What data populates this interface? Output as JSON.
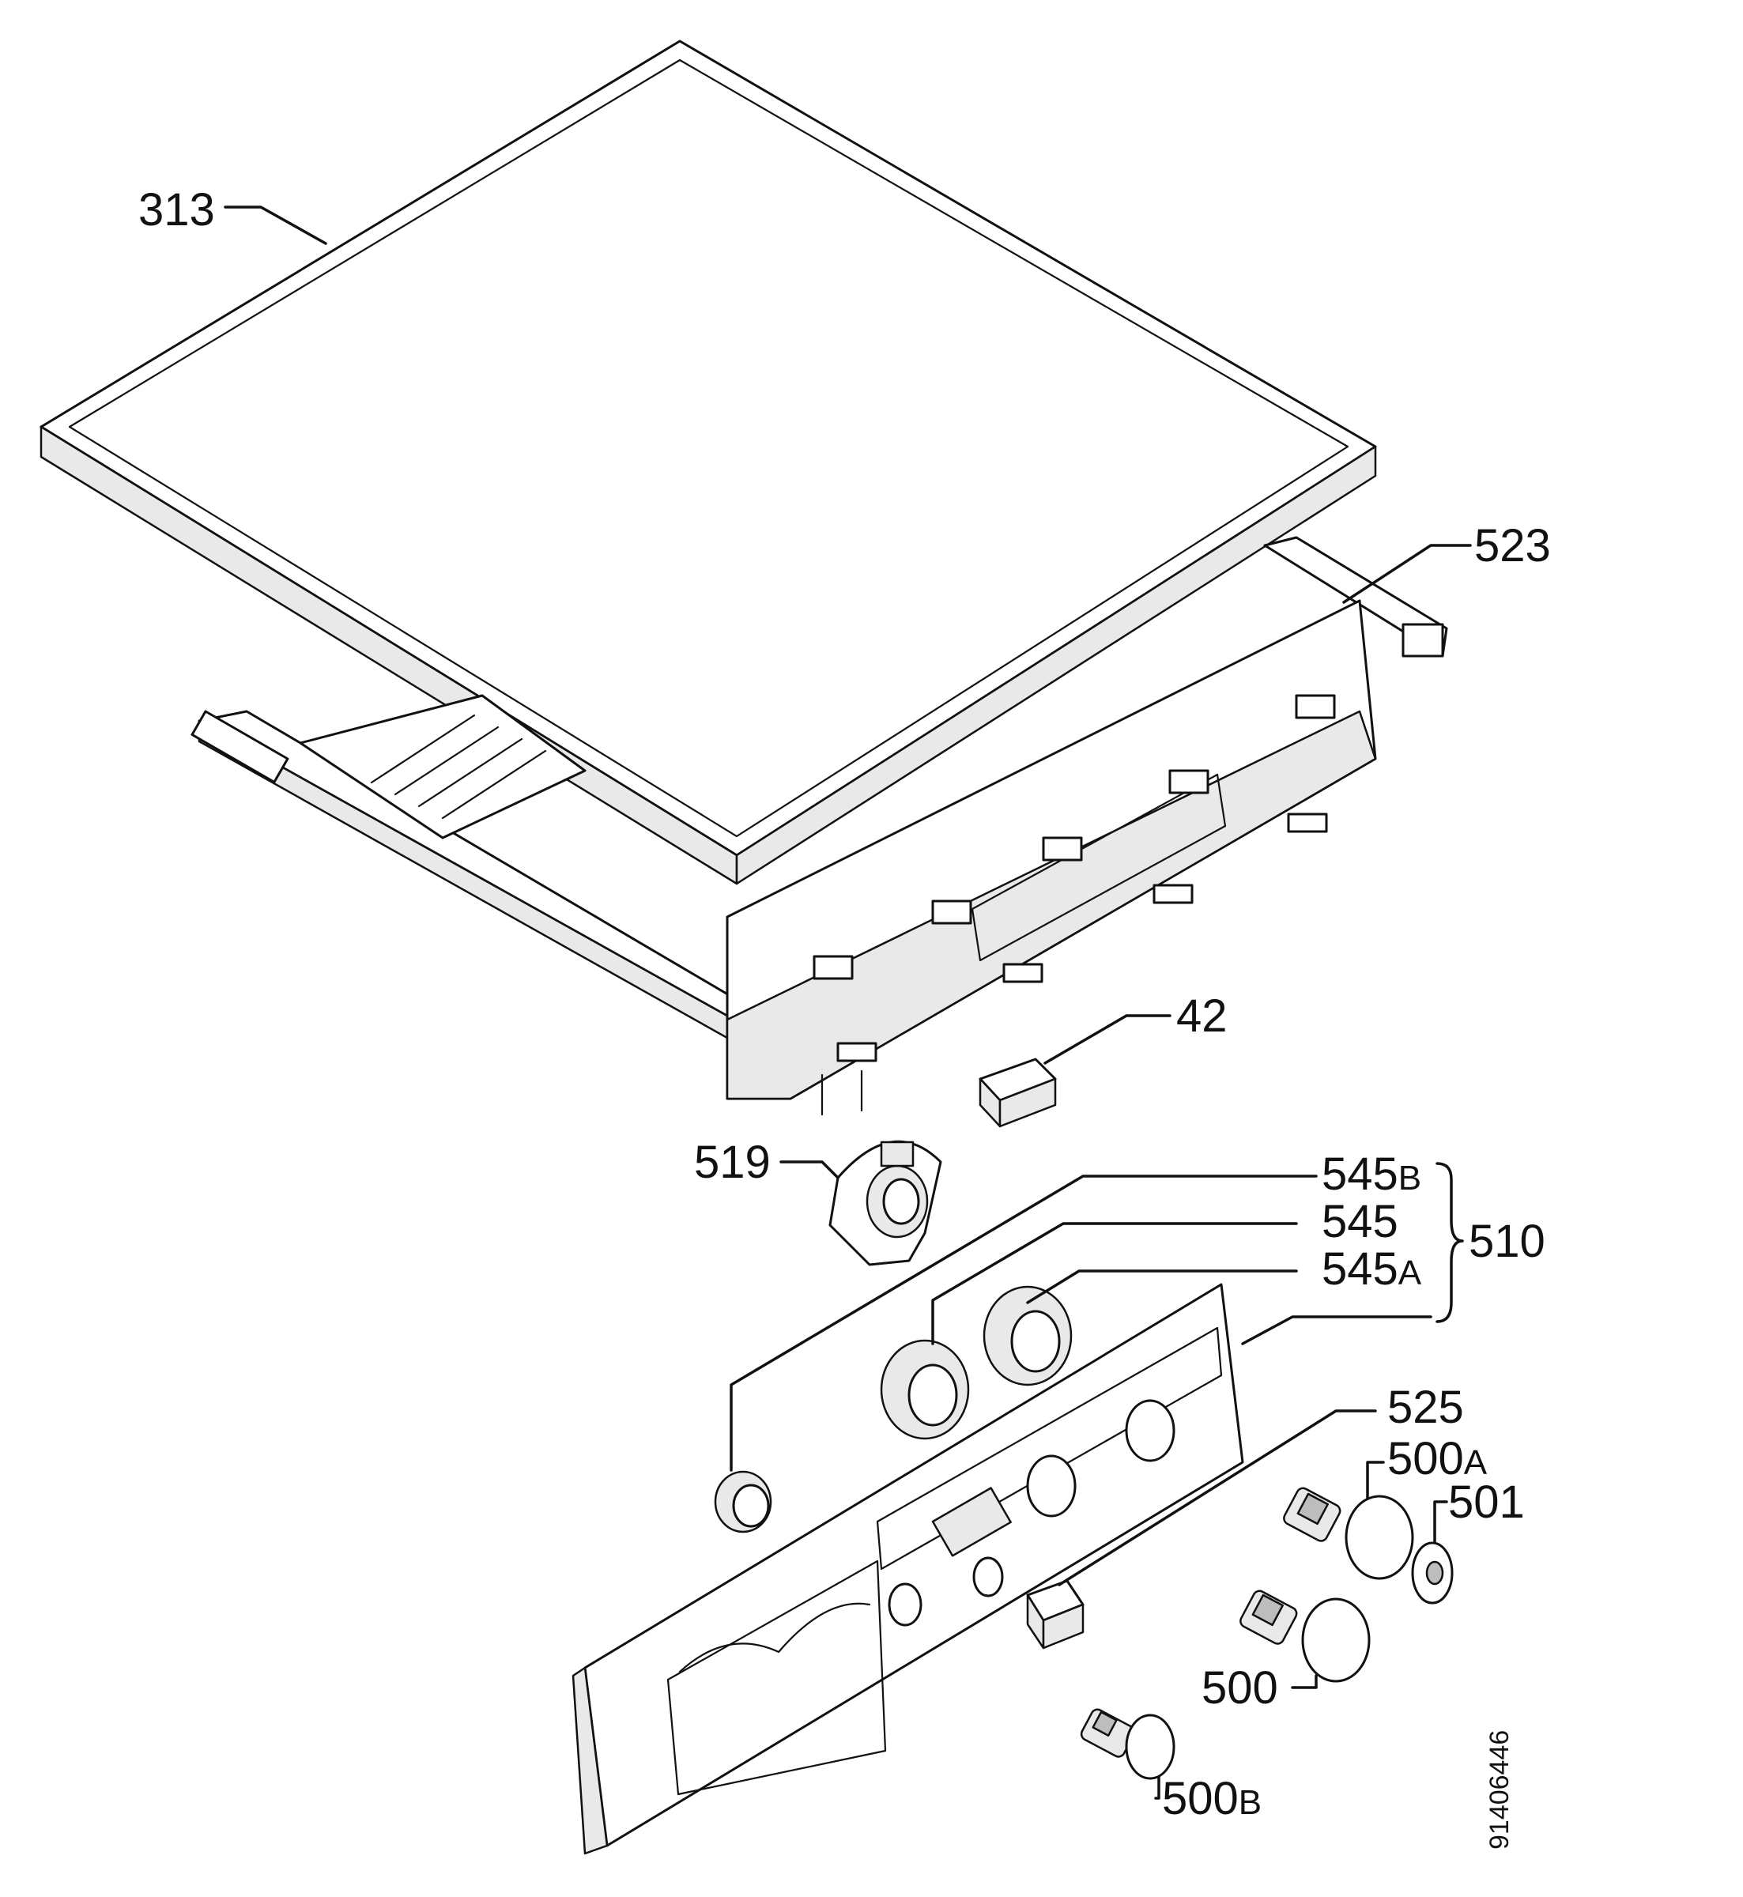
{
  "diagram": {
    "document_number": "91406446",
    "callouts": {
      "p313": "313",
      "p523": "523",
      "p42": "42",
      "p519": "519",
      "p545b": "545",
      "p545b_suffix": "B",
      "p545": "545",
      "p545a": "545",
      "p545a_suffix": "A",
      "p510": "510",
      "p525": "525",
      "p500a": "500",
      "p500a_suffix": "A",
      "p501": "501",
      "p500": "500",
      "p500b": "500",
      "p500b_suffix": "B"
    }
  }
}
